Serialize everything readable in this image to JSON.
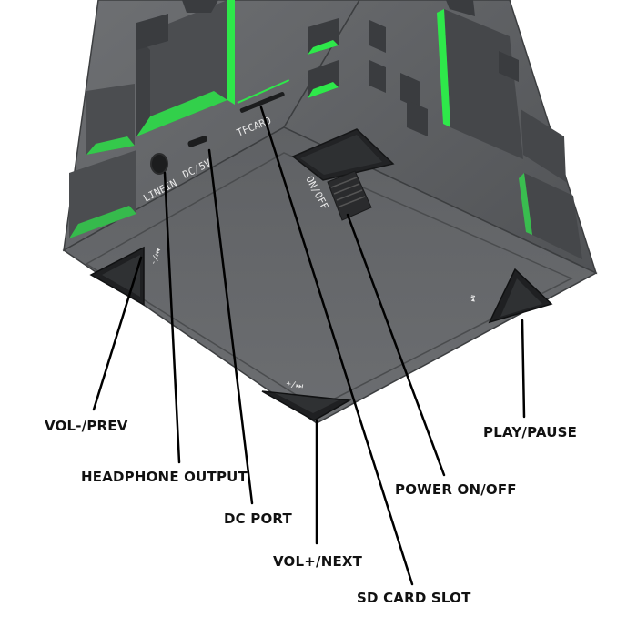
{
  "printed_marks": {
    "tfcard": "TFCARD",
    "linein": "LINEIN",
    "dc5v": "DC/5V",
    "onoff": "ON/OFF"
  },
  "callouts": {
    "vol_prev": "VOL-/PREV",
    "headphone_output": "HEADPHONE OUTPUT",
    "dc_port": "DC PORT",
    "vol_next": "VOL+/NEXT",
    "sd_card_slot": "SD CARD SLOT",
    "power_onoff": "POWER ON/OFF",
    "play_pause": "PLAY/PAUSE"
  },
  "colors": {
    "body_dark": "#55575a",
    "body_mid": "#6b6d70",
    "body_light": "#7a7c7f",
    "led_green": "#2ee84a",
    "line": "#000000"
  }
}
